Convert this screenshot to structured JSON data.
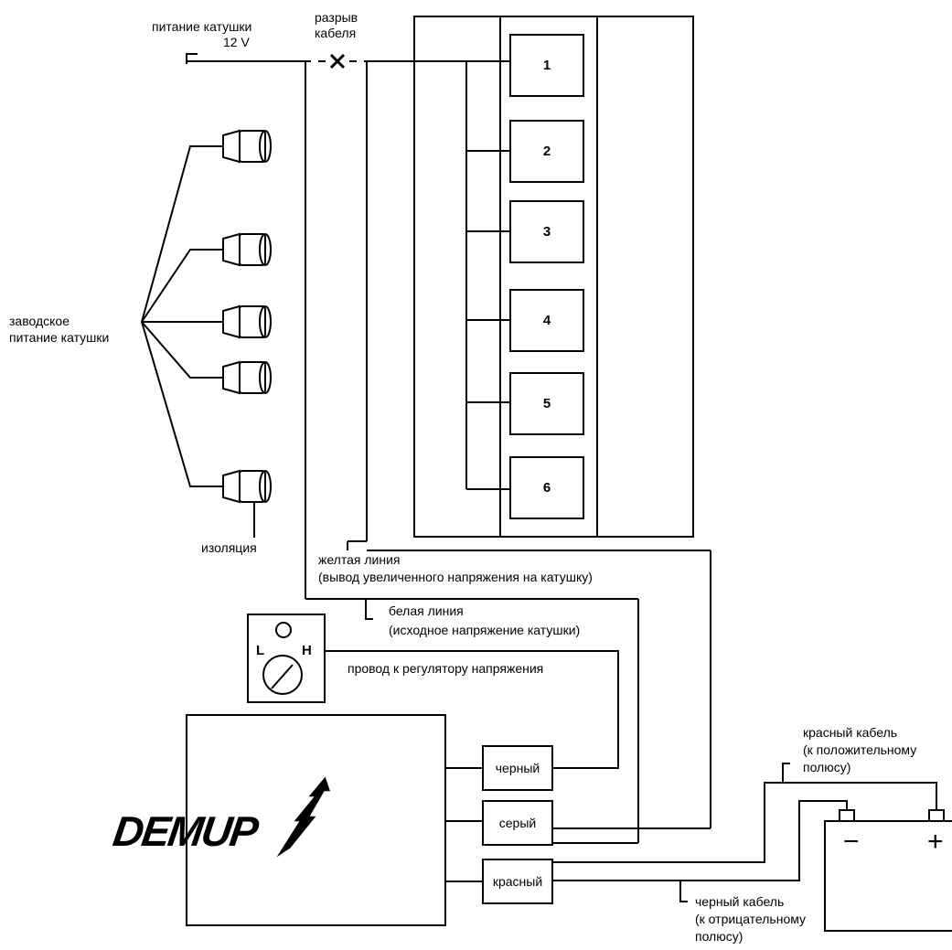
{
  "labels": {
    "coil_power_line1": "питание катушки",
    "coil_power_line2": "12 V",
    "cable_break_line1": "разрыв",
    "cable_break_line2": "кабеля",
    "factory_coil_line1": "заводское",
    "factory_coil_line2": "питание катушки",
    "insulation": "изоляция",
    "yellow_line_1": "желтая линия",
    "yellow_line_2": "(вывод увеличенного напряжения на катушку)",
    "white_line_1": "белая линия",
    "white_line_2": "(исходное напряжение катушки)",
    "regulator_wire": "провод к регулятору напряжения",
    "red_cable_1": "красный кабель",
    "red_cable_2": "(к положительному",
    "red_cable_3": "полюсу)",
    "black_cable_1": "черный кабель",
    "black_cable_2": "(к отрицательному",
    "black_cable_3": "полюсу)"
  },
  "coils": [
    "1",
    "2",
    "3",
    "4",
    "5",
    "6"
  ],
  "regulator": {
    "low": "L",
    "high": "H"
  },
  "connectors": {
    "black": "черный",
    "gray": "серый",
    "red": "красный"
  },
  "brand": "DEMUP",
  "battery": {
    "minus": "−",
    "plus": "+"
  },
  "colors": {
    "line": "#000000",
    "background": "#ffffff"
  }
}
